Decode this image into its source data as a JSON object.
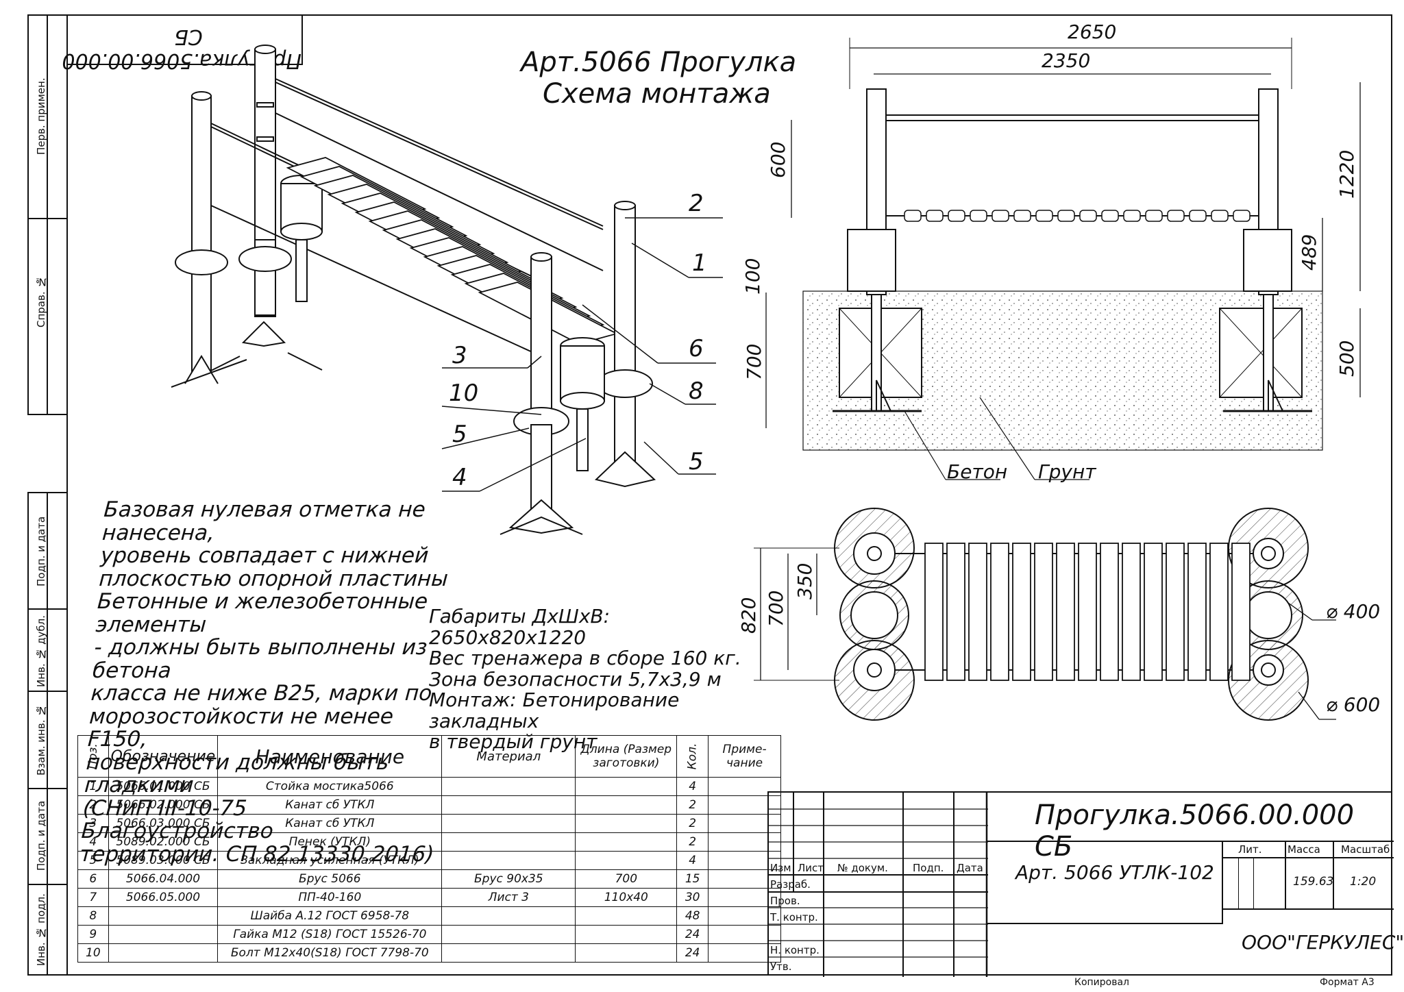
{
  "stamp_top": "Прогулка.5066.00.000 СБ",
  "side_labels": [
    "Перв. примен.",
    "Справ. №",
    "Подп. и дата",
    "Инв. № дубл.",
    "Взам. инв. №",
    "Подп. и дата",
    "Инв. № подл."
  ],
  "title": {
    "line1": "Арт.5066 Прогулка",
    "line2": "Схема монтажа"
  },
  "callouts": [
    "2",
    "1",
    "6",
    "8",
    "5",
    "3",
    "10",
    "5",
    "4"
  ],
  "dims": {
    "d2650": "2650",
    "d2350": "2350",
    "d600": "600",
    "d1220": "1220",
    "d489": "489",
    "d100": "100",
    "d700": "700",
    "d500": "500",
    "d350": "350",
    "d820": "820",
    "d700b": "700",
    "phi400": "⌀ 400",
    "phi600": "⌀ 600"
  },
  "labels": {
    "beton": "Бетон",
    "grunt": "Грунт"
  },
  "notes": [
    "Базовая нулевая отметка не нанесена,",
    "уровень совпадает с нижней",
    "плоскостью опорной пластины",
    "Бетонные и железобетонные элементы",
    "- должны быть выполнены из бетона",
    "класса не ниже В25, марки по",
    "морозостойкости не менее F150,",
    "поверхности должны быть гладкими",
    "(СНиП III-10-75 Благоустройство",
    "территории. СП 82.13330.2016)"
  ],
  "specs": [
    "Габариты ДхШхВ: 2650х820х1220",
    "Вес тренажера в сборе 160 кг.",
    "Зона безопасности 5,7х3,9 м",
    "Монтаж: Бетонирование закладных",
    "в твердый грунт"
  ],
  "bom": {
    "headers": [
      "Поз.",
      "Обозначение",
      "Наименование",
      "Материал",
      "Длина (Размер заготовки)",
      "Кол.",
      "Приме- чание"
    ],
    "rows": [
      [
        "1",
        "5066.01.000 СБ",
        "Стойка мостика5066",
        "",
        "",
        "4",
        ""
      ],
      [
        "2",
        "5066.02.000 СБ",
        "Канат сб УТКЛ",
        "",
        "",
        "2",
        ""
      ],
      [
        "3",
        "5066.03.000 СБ",
        "Канат сб УТКЛ",
        "",
        "",
        "2",
        ""
      ],
      [
        "4",
        "5089.02.000 СБ",
        "Пенек (УТКЛ)",
        "",
        "",
        "2",
        ""
      ],
      [
        "5",
        "5089.03.000 СБ",
        "Закладная усиленная (УТКЛ)",
        "",
        "",
        "4",
        ""
      ],
      [
        "6",
        "5066.04.000",
        "Брус 5066",
        "Брус 90х35",
        "700",
        "15",
        ""
      ],
      [
        "7",
        "5066.05.000",
        "ПП-40-160",
        "Лист 3",
        "110х40",
        "30",
        ""
      ],
      [
        "8",
        "",
        "Шайба А.12 ГОСТ 6958-78",
        "",
        "",
        "48",
        ""
      ],
      [
        "9",
        "",
        "Гайка М12 (S18) ГОСТ 15526-70",
        "",
        "",
        "24",
        ""
      ],
      [
        "10",
        "",
        "Болт М12х40(S18) ГОСТ 7798-70",
        "",
        "",
        "24",
        ""
      ]
    ]
  },
  "titleblock": {
    "designation": "Прогулка.5066.00.000 СБ",
    "name": "Арт. 5066 УТЛК-102",
    "col_izm": "Изм",
    "col_list": "Лист",
    "col_doc": "№ докум.",
    "col_podp": "Подп.",
    "col_data": "Дата",
    "r_razrab": "Разраб.",
    "r_prov": "Пров.",
    "r_tkontr": "Т. контр.",
    "r_nkontr": "Н. контр.",
    "r_utv": "Утв.",
    "lit": "Лит.",
    "massa": "Масса",
    "masshtab": "Масштаб",
    "mass_val": "159.63",
    "scale_val": "1:20",
    "company": "ООО\"ГЕРКУЛЕС\"",
    "copied": "Копировал",
    "format": "Формат А3"
  }
}
